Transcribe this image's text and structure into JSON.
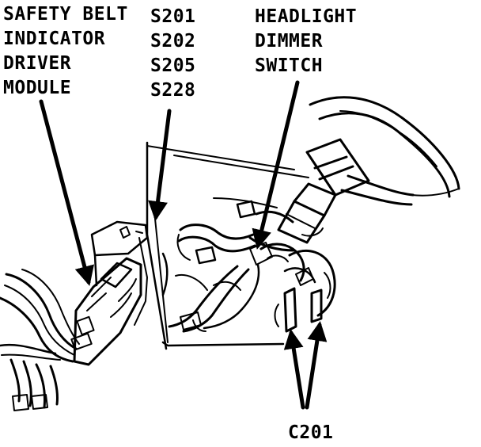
{
  "labels": {
    "safety_belt_module": [
      "SAFETY BELT",
      "INDICATOR",
      "DRIVER",
      "MODULE"
    ],
    "splices": [
      "S201",
      "S202",
      "S205",
      "S228"
    ],
    "headlight_dimmer_switch": [
      "HEADLIGHT",
      "DIMMER",
      "SWITCH"
    ],
    "connector": "C201"
  },
  "colors": {
    "ink": "#000000",
    "background": "#ffffff"
  }
}
